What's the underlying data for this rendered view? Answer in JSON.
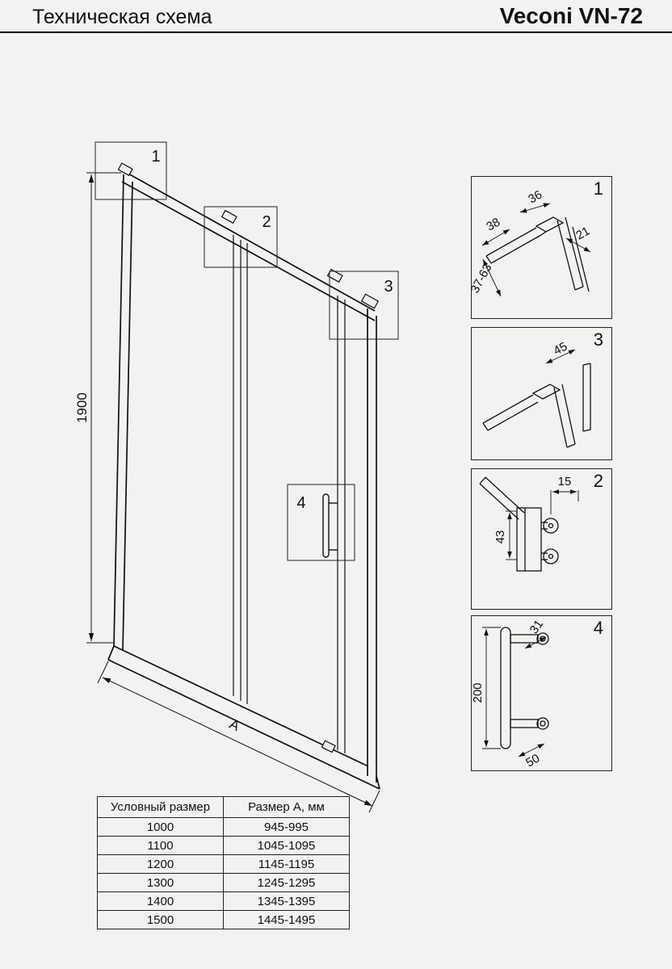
{
  "header": {
    "title": "Техническая схема",
    "model": "Veconi VN-72"
  },
  "main_drawing": {
    "height_dim": "1900",
    "width_dim": "A",
    "callouts": {
      "c1": "1",
      "c2": "2",
      "c3": "3",
      "c4": "4"
    }
  },
  "details": [
    {
      "label": "1",
      "dims": [
        "38",
        "36",
        "21",
        "37-63"
      ]
    },
    {
      "label": "3",
      "dims": [
        "45"
      ]
    },
    {
      "label": "2",
      "dims": [
        "15",
        "43"
      ]
    },
    {
      "label": "4",
      "dims": [
        "31",
        "200",
        "50"
      ]
    }
  ],
  "table": {
    "headers": [
      "Условный размер",
      "Размер А, мм"
    ],
    "rows": [
      [
        "1000",
        "945-995"
      ],
      [
        "1100",
        "1045-1095"
      ],
      [
        "1200",
        "1145-1195"
      ],
      [
        "1300",
        "1245-1295"
      ],
      [
        "1400",
        "1345-1395"
      ],
      [
        "1500",
        "1445-1495"
      ]
    ]
  }
}
